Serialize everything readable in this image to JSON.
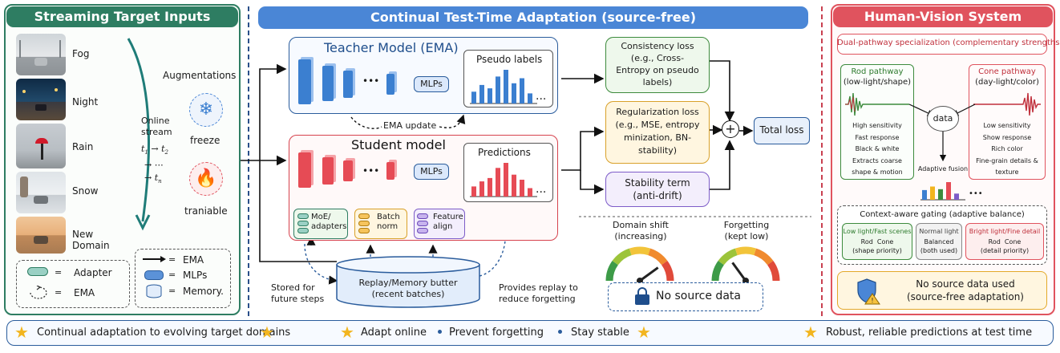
{
  "colors": {
    "green_panel": "#2e7d62",
    "blue_panel": "#4a86d6",
    "red_panel": "#e0535e",
    "teacher_bar": "#3b7fd0",
    "student_bar": "#e64b55",
    "green_box_fill": "#eef8ec",
    "yellow_box_fill": "#fff6e0",
    "purple_box_fill": "#f3eefc",
    "total_fill": "#e8f0fb"
  },
  "left": {
    "title": "Streaming Target Inputs",
    "frames": [
      {
        "label": "Fog",
        "icon": "fog-road-scene"
      },
      {
        "label": "Night",
        "icon": "night-road-scene"
      },
      {
        "label": "Rain",
        "icon": "rain-street-scene"
      },
      {
        "label": "Snow",
        "icon": "snow-road-scene"
      },
      {
        "label": "New\nDomain",
        "icon": "desert-road-scene"
      }
    ],
    "online_stream": "Online\nstream",
    "t1": "t",
    "t1_sub": "1",
    "t2": "t",
    "t2_sub": "2",
    "arrow": "→",
    "dots": "⋯",
    "tn": "t",
    "tn_sub": "n",
    "augmentations": "Augmentations",
    "freeze": "freeze",
    "trainable": "traniable",
    "legend": {
      "adapter_eq": "=",
      "adapter": "Adapter",
      "ema_eq": "=",
      "ema": "EMA",
      "arrow_ema_eq": "=",
      "arrow_ema": "EMA",
      "mlps_eq": "=",
      "mlps": "MLPs",
      "memory_eq": "=",
      "memory": "Memory."
    }
  },
  "middle": {
    "title": "Continual Test-Time Adaptation (source-free)",
    "teacher_title": "Teacher Model (EMA)",
    "mlps": "MLPs",
    "pseudo_labels": "Pseudo labels",
    "dots": "•••",
    "ellipsis": "...",
    "ema_update": "EMA update",
    "student_title": "Student model",
    "predictions": "Predictions",
    "moe": "MoE/\nadapters",
    "batch_norm": "Batch\nnorm",
    "feature_align": "Feature\nalign",
    "consistency": "Consistency loss\n(e.g., Cross-\nEntropy on pseudo\nlabels)",
    "regularization": "Regularization loss\n(e.g., MSE, entropy\nminization, BN-\nstability)",
    "stability": "Stability term\n(anti-drift)",
    "plus": "+",
    "total_loss": "Total loss",
    "domain_shift": "Domain shift\n(increasing)",
    "forgetting": "Forgetting\n(kept low)",
    "no_source": "No source data",
    "replay": "Replay/Memory butter\n(recent batches)",
    "stored": "Stored for\nfuture steps",
    "provides": "Provides replay to\nreduce forgetting",
    "teacher_bars": [
      0.35,
      0.55,
      0.45,
      0.8,
      1.0,
      0.6,
      0.75,
      0.3
    ],
    "student_bars": [
      0.3,
      0.45,
      0.55,
      0.85,
      1.0,
      0.65,
      0.5,
      0.25
    ],
    "domain_shift_level": 0.8,
    "forgetting_level": 0.3
  },
  "right": {
    "title": "Human-Vision System",
    "dual": "Dual-pathway specialization (complementary strengths)",
    "rod_title": "Rod pathway",
    "rod_sub": "(low-light/shape)",
    "rod_list": "High sensitivity\nFast response\nBlack & white\nExtracts coarse\nshape & motion",
    "cone_title": "Cone pathway",
    "cone_sub": "(day-light/color)",
    "cone_list": "Low sensitivity\nShow response\nRich color\nFine-grain details &\ntexture",
    "data": "data",
    "adaptive_fusion": "Adaptive fusion",
    "fusion_bars": [
      0.55,
      0.75,
      0.6,
      1.0,
      0.35
    ],
    "dots": "•••",
    "gating": "Context-aware gating (adaptive balance)",
    "g1_title": "Low light/Fast scenes",
    "g1_body": "Rod  Cone\n(shape priority)",
    "g2_title": "Normal light",
    "g2_body": "Balanced\n(both used)",
    "g3_title": "Bright light/Fine detail",
    "g3_body": "Rod  Cone\n(detail priority)",
    "nosrc": "No source data used\n(source-free adaptation)"
  },
  "bottom": {
    "items": [
      "Continual adaptation to evolving target domains",
      "Adapt online",
      "Prevent forgetting",
      "Stay stable",
      "Robust, reliable predictions at test time"
    ]
  }
}
